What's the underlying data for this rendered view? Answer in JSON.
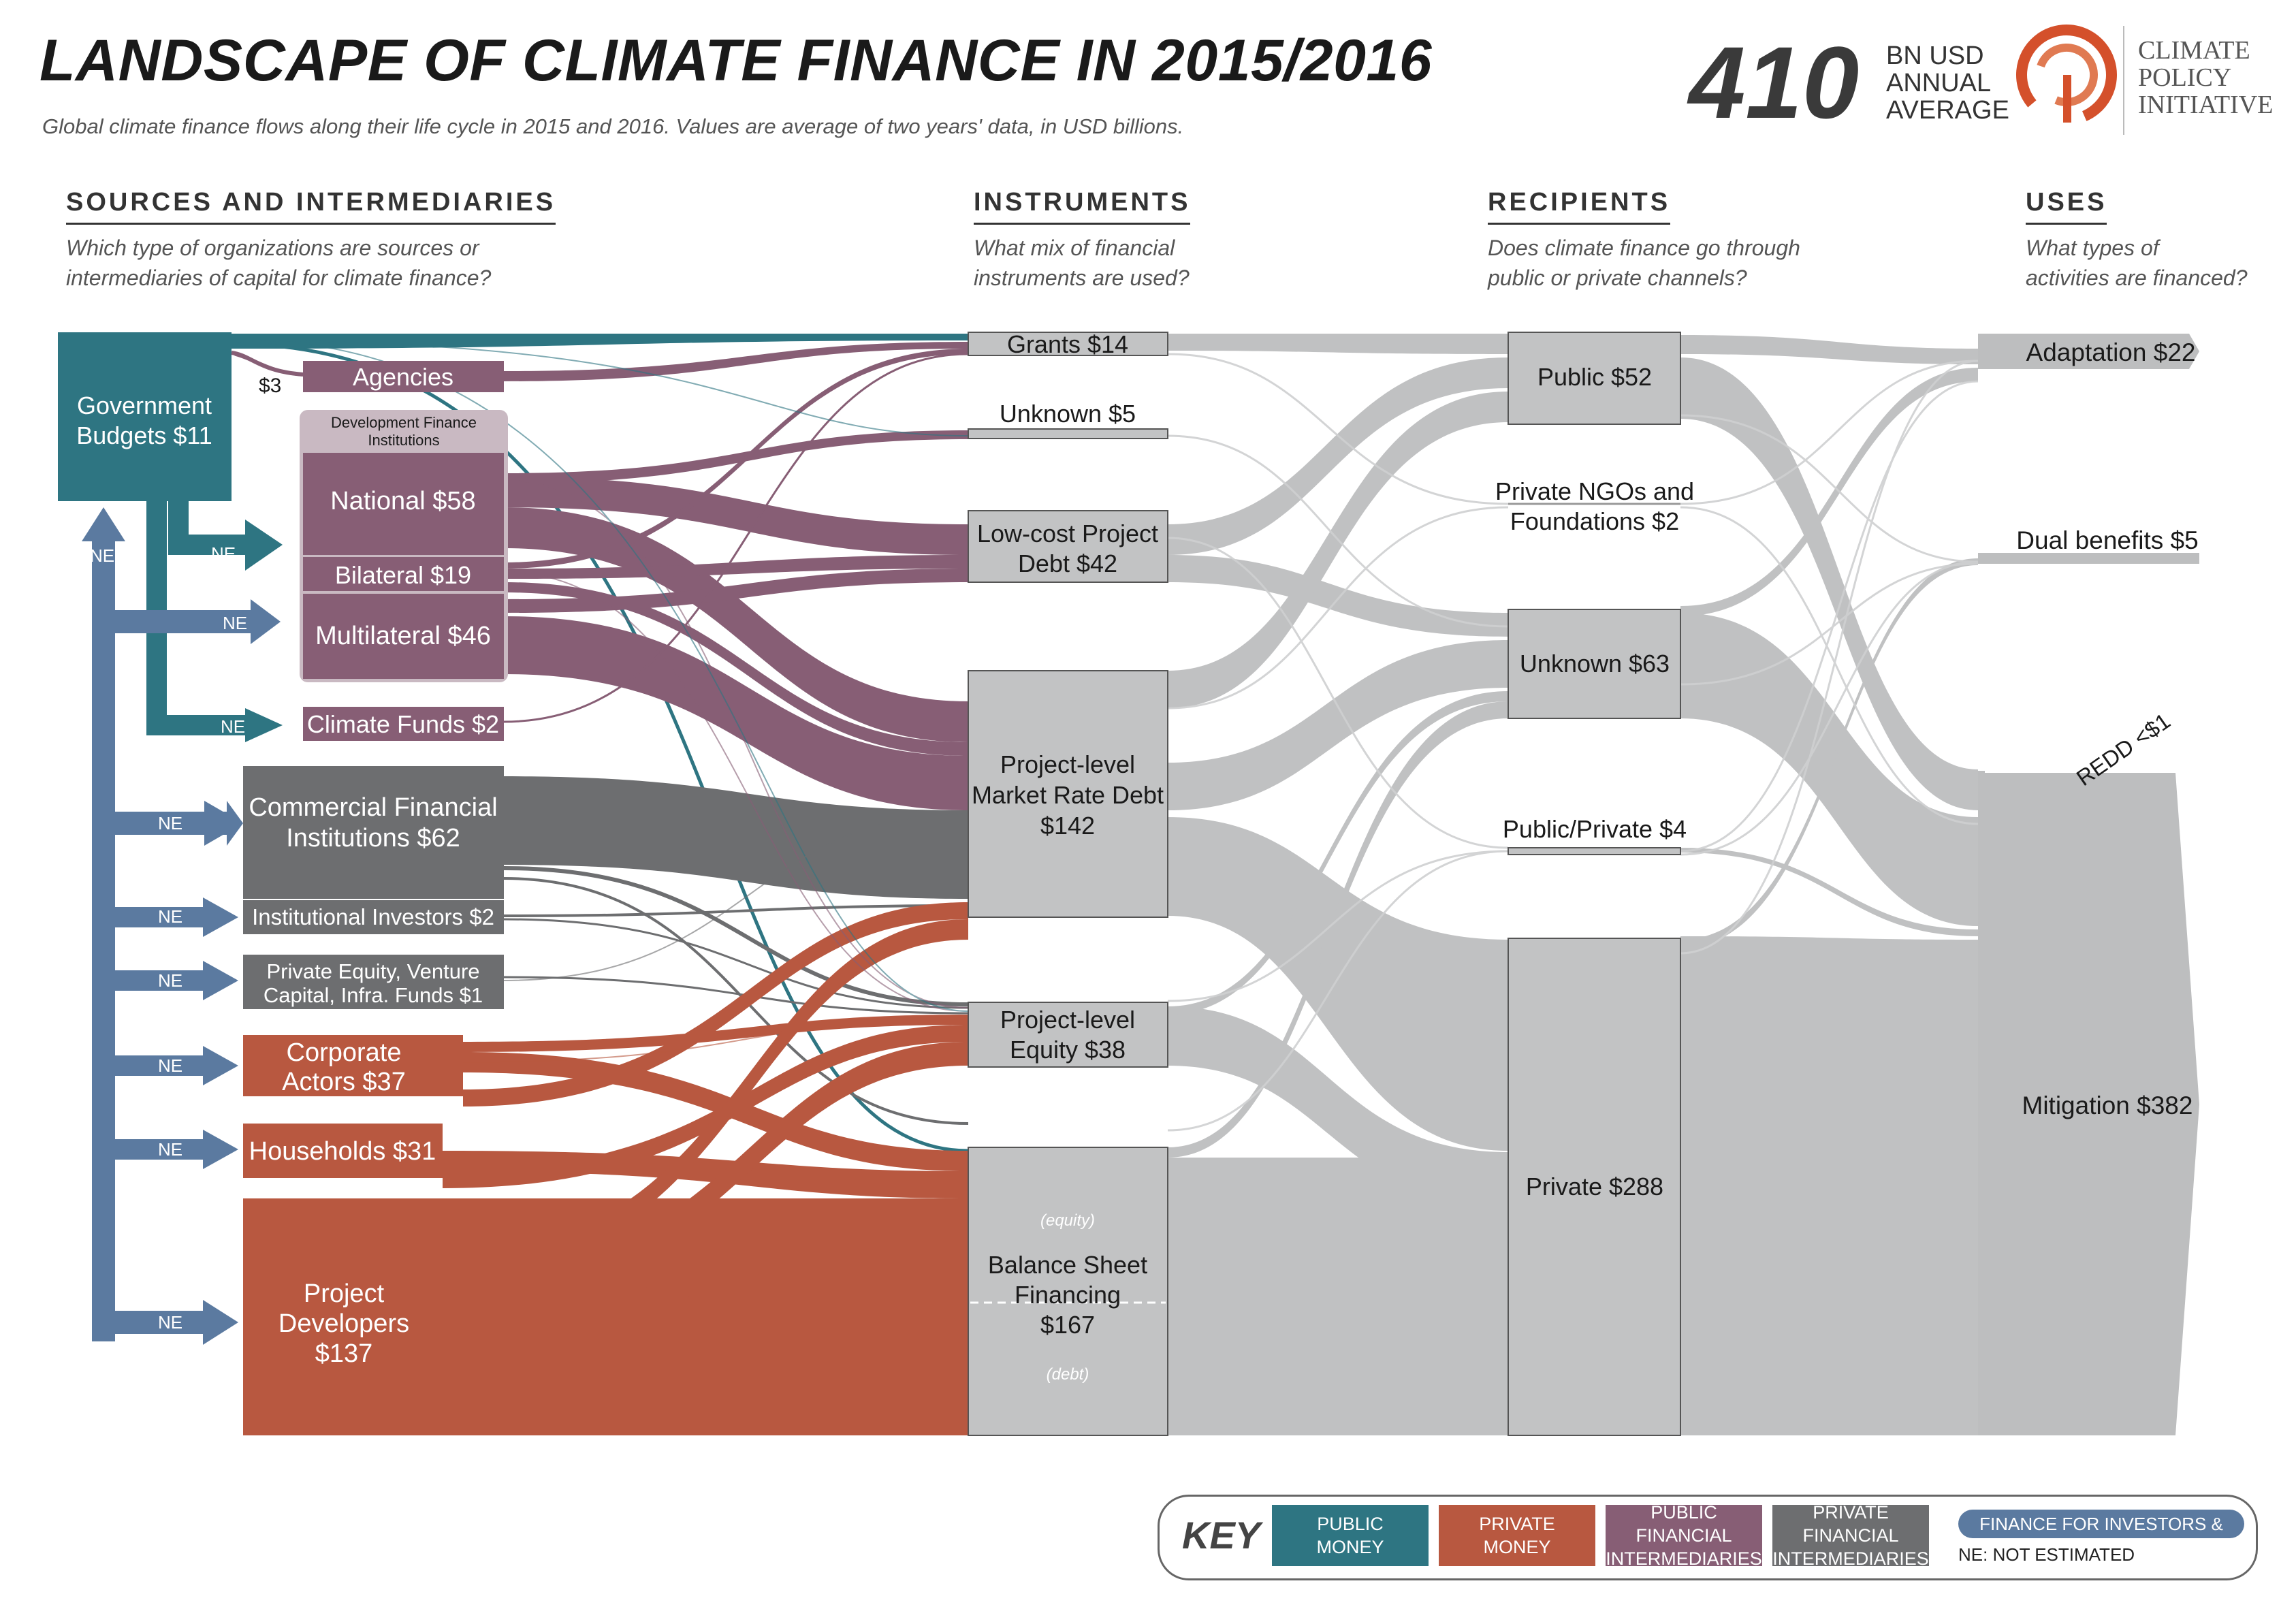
{
  "header": {
    "title": "LANDSCAPE OF CLIMATE FINANCE IN 2015/2016",
    "subtitle": "Global climate finance flows along their life cycle in 2015 and 2016. Values are average of two years' data, in USD billions.",
    "total_value": "410",
    "total_label_lines": [
      "BN USD",
      "ANNUAL",
      "AVERAGE"
    ],
    "brand_lines": [
      "CLIMATE",
      "POLICY",
      "INITIATIVE"
    ]
  },
  "columns": [
    {
      "title": "SOURCES AND INTERMEDIARIES",
      "question_lines": [
        "Which type of organizations are sources or",
        "intermediaries of capital for climate finance?"
      ]
    },
    {
      "title": "INSTRUMENTS",
      "question_lines": [
        "What mix of financial",
        "instruments are used?"
      ]
    },
    {
      "title": "RECIPIENTS",
      "question_lines": [
        "Does climate finance go through",
        "public or private channels?"
      ]
    },
    {
      "title": "USES",
      "question_lines": [
        "What types of",
        "activities are financed?"
      ]
    }
  ],
  "sources": {
    "government_budgets": {
      "lines": [
        "Government",
        "Budgets $11"
      ],
      "category": "public_money"
    },
    "agencies": {
      "label": "Agencies",
      "category": "public_intermediary"
    },
    "dfi_group_label_lines": [
      "Development Finance",
      "Institutions"
    ],
    "national": {
      "label": "National $58",
      "category": "public_intermediary"
    },
    "bilateral": {
      "label": "Bilateral $19",
      "category": "public_intermediary"
    },
    "multilateral": {
      "label": "Multilateral $46",
      "category": "public_intermediary"
    },
    "climate_funds": {
      "label": "Climate Funds $2",
      "category": "public_intermediary"
    },
    "commercial": {
      "lines": [
        "Commercial Financial",
        "Institutions $62"
      ],
      "category": "private_intermediary"
    },
    "institutional": {
      "label": "Institutional Investors $2",
      "category": "private_intermediary"
    },
    "private_equity": {
      "lines": [
        "Private Equity, Venture",
        "Capital, Infra. Funds $1"
      ],
      "category": "private_intermediary"
    },
    "corporate": {
      "lines": [
        "Corporate",
        "Actors $37"
      ],
      "category": "private_money"
    },
    "households": {
      "label": "Households $31",
      "category": "private_money"
    },
    "project_developers": {
      "lines": [
        "Project",
        "Developers",
        "$137"
      ],
      "category": "private_money"
    },
    "agencies_flow_label": "$3",
    "ne_label": "NE"
  },
  "instruments": {
    "grants": {
      "label": "Grants $14"
    },
    "unknown": {
      "label": "Unknown $5"
    },
    "lowcost": {
      "lines": [
        "Low-cost Project",
        "Debt $42"
      ]
    },
    "market_debt": {
      "lines": [
        "Project-level",
        "Market Rate Debt",
        "$142"
      ]
    },
    "equity": {
      "lines": [
        "Project-level",
        "Equity $38"
      ]
    },
    "balance_sheet": {
      "lines": [
        "Balance Sheet",
        "Financing",
        "$167"
      ],
      "equity_note": "(equity)",
      "debt_note": "(debt)"
    }
  },
  "recipients": {
    "public": {
      "label": "Public $52"
    },
    "ngos": {
      "lines": [
        "Private NGOs and",
        "Foundations $2"
      ]
    },
    "unknown": {
      "label": "Unknown $63"
    },
    "public_private": {
      "label": "Public/Private $4"
    },
    "private": {
      "label": "Private $288"
    }
  },
  "uses": {
    "adaptation": {
      "label": "Adaptation $22"
    },
    "dual": {
      "label": "Dual benefits $5"
    },
    "redd": {
      "label": "REDD <$1"
    },
    "mitigation": {
      "label": "Mitigation $382"
    }
  },
  "key": {
    "title": "KEY",
    "items": [
      {
        "lines": [
          "PUBLIC",
          "MONEY"
        ],
        "color": "#2e7582"
      },
      {
        "lines": [
          "PRIVATE",
          "MONEY"
        ],
        "color": "#b85840"
      },
      {
        "lines": [
          "PUBLIC FINANCIAL",
          "INTERMEDIARIES"
        ],
        "color": "#875e75"
      },
      {
        "lines": [
          "PRIVATE FINANCIAL",
          "INTERMEDIARIES"
        ],
        "color": "#6d6e70"
      }
    ],
    "investors_label": "FINANCE FOR INVESTORS & LENDERS",
    "ne_note": "NE: NOT ESTIMATED"
  },
  "colors": {
    "public_money": "#2e7582",
    "private_money": "#b85840",
    "public_intermediary": "#875e75",
    "private_intermediary": "#6d6e70",
    "investor_arrow": "#5b7aa0",
    "flow_grey": "#bdbebf",
    "node_grey": "#c2c3c4"
  }
}
